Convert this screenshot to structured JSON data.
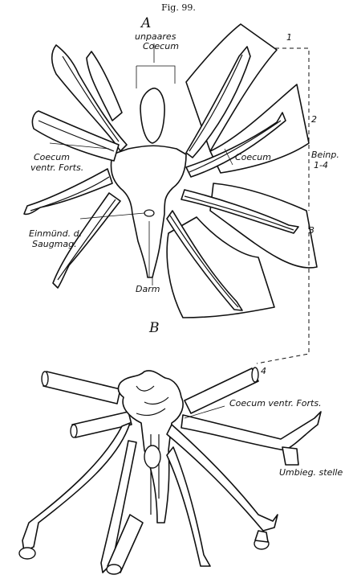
{
  "figure_title": "Fig. 99.",
  "panel_a": {
    "letter": "A",
    "labels": {
      "unpaired_caecum": [
        "unpaares",
        "Coecum"
      ],
      "caecum_vent_ext": [
        "Coecum",
        "ventr. Forts."
      ],
      "caecum": "Coecum",
      "leg_pairs": [
        "Beinp.",
        "1-4"
      ],
      "entry_stomach": [
        "Einmünd. d.",
        "Saugmag."
      ],
      "gut": "Darm",
      "leg_numbers": [
        "1",
        "2",
        "3",
        "4"
      ]
    }
  },
  "panel_b": {
    "letter": "B",
    "labels": {
      "caecum_vent_ext": "Coecum ventr. Forts.",
      "bend_point": "Umbieg. stelle"
    }
  }
}
